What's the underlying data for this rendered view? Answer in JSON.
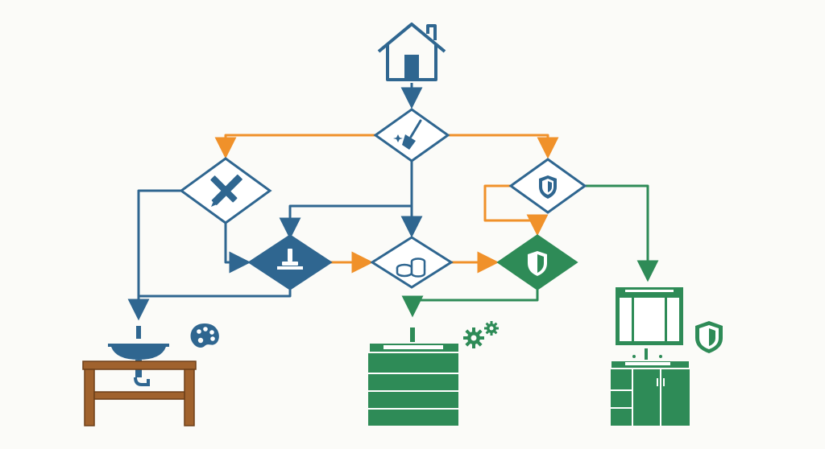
{
  "diagram": {
    "kind": "flowchart",
    "text_labels": [],
    "colors": {
      "blue": "#2f6690",
      "orange": "#f0912a",
      "green": "#2e8b57",
      "wood": "#a0622d",
      "background": "#fbfbf8"
    },
    "nodes": [
      {
        "id": "home",
        "shape": "house",
        "icon": "house-icon"
      },
      {
        "id": "cleaning",
        "shape": "diamond",
        "icon": "broom-icon"
      },
      {
        "id": "design",
        "shape": "diamond",
        "icon": "pencil-ruler-icon"
      },
      {
        "id": "scraper",
        "shape": "diamond-filled",
        "icon": "scraper-icon"
      },
      {
        "id": "budget",
        "shape": "diamond",
        "icon": "coins-icon"
      },
      {
        "id": "protection-top",
        "shape": "diamond",
        "icon": "shield-icon"
      },
      {
        "id": "protection-green",
        "shape": "diamond-filled",
        "icon": "shield-icon"
      },
      {
        "id": "sink-wooden",
        "shape": "endpoint",
        "icon": "sink-vanity-icon",
        "badge": "palette-icon"
      },
      {
        "id": "cabinet-green",
        "shape": "endpoint",
        "icon": "cabinet-icon",
        "badge": "gears-icon"
      },
      {
        "id": "vanity-mirror",
        "shape": "endpoint",
        "icon": "mirror-vanity-icon",
        "badge": "shield-icon"
      }
    ],
    "edges": [
      {
        "from": "home",
        "to": "cleaning",
        "color": "blue"
      },
      {
        "from": "cleaning",
        "to": "design",
        "color": "orange"
      },
      {
        "from": "cleaning",
        "to": "protection-top",
        "color": "orange"
      },
      {
        "from": "cleaning",
        "to": "scraper",
        "color": "blue"
      },
      {
        "from": "cleaning",
        "to": "budget",
        "color": "blue"
      },
      {
        "from": "design",
        "to": "scraper",
        "color": "blue"
      },
      {
        "from": "design",
        "to": "sink-wooden",
        "color": "blue"
      },
      {
        "from": "scraper",
        "to": "budget",
        "color": "orange"
      },
      {
        "from": "scraper",
        "to": "sink-wooden",
        "color": "blue"
      },
      {
        "from": "budget",
        "to": "protection-green",
        "color": "orange"
      },
      {
        "from": "protection-top",
        "to": "protection-green",
        "color": "orange"
      },
      {
        "from": "protection-top",
        "to": "vanity-mirror",
        "color": "green"
      },
      {
        "from": "protection-green",
        "to": "cabinet-green",
        "color": "green"
      }
    ]
  }
}
